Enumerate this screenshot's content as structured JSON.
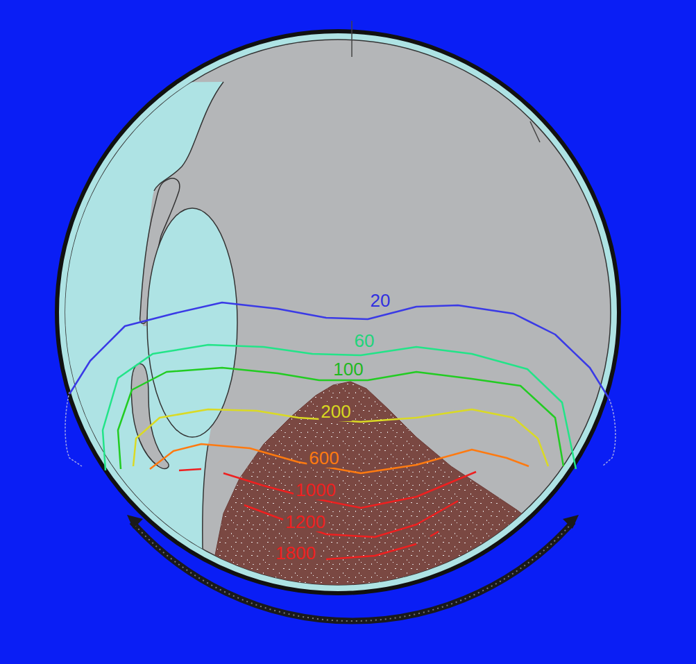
{
  "diagram": {
    "labels": [
      "20",
      "60",
      "100",
      "200",
      "600",
      "1000",
      "1200",
      "1800"
    ]
  }
}
